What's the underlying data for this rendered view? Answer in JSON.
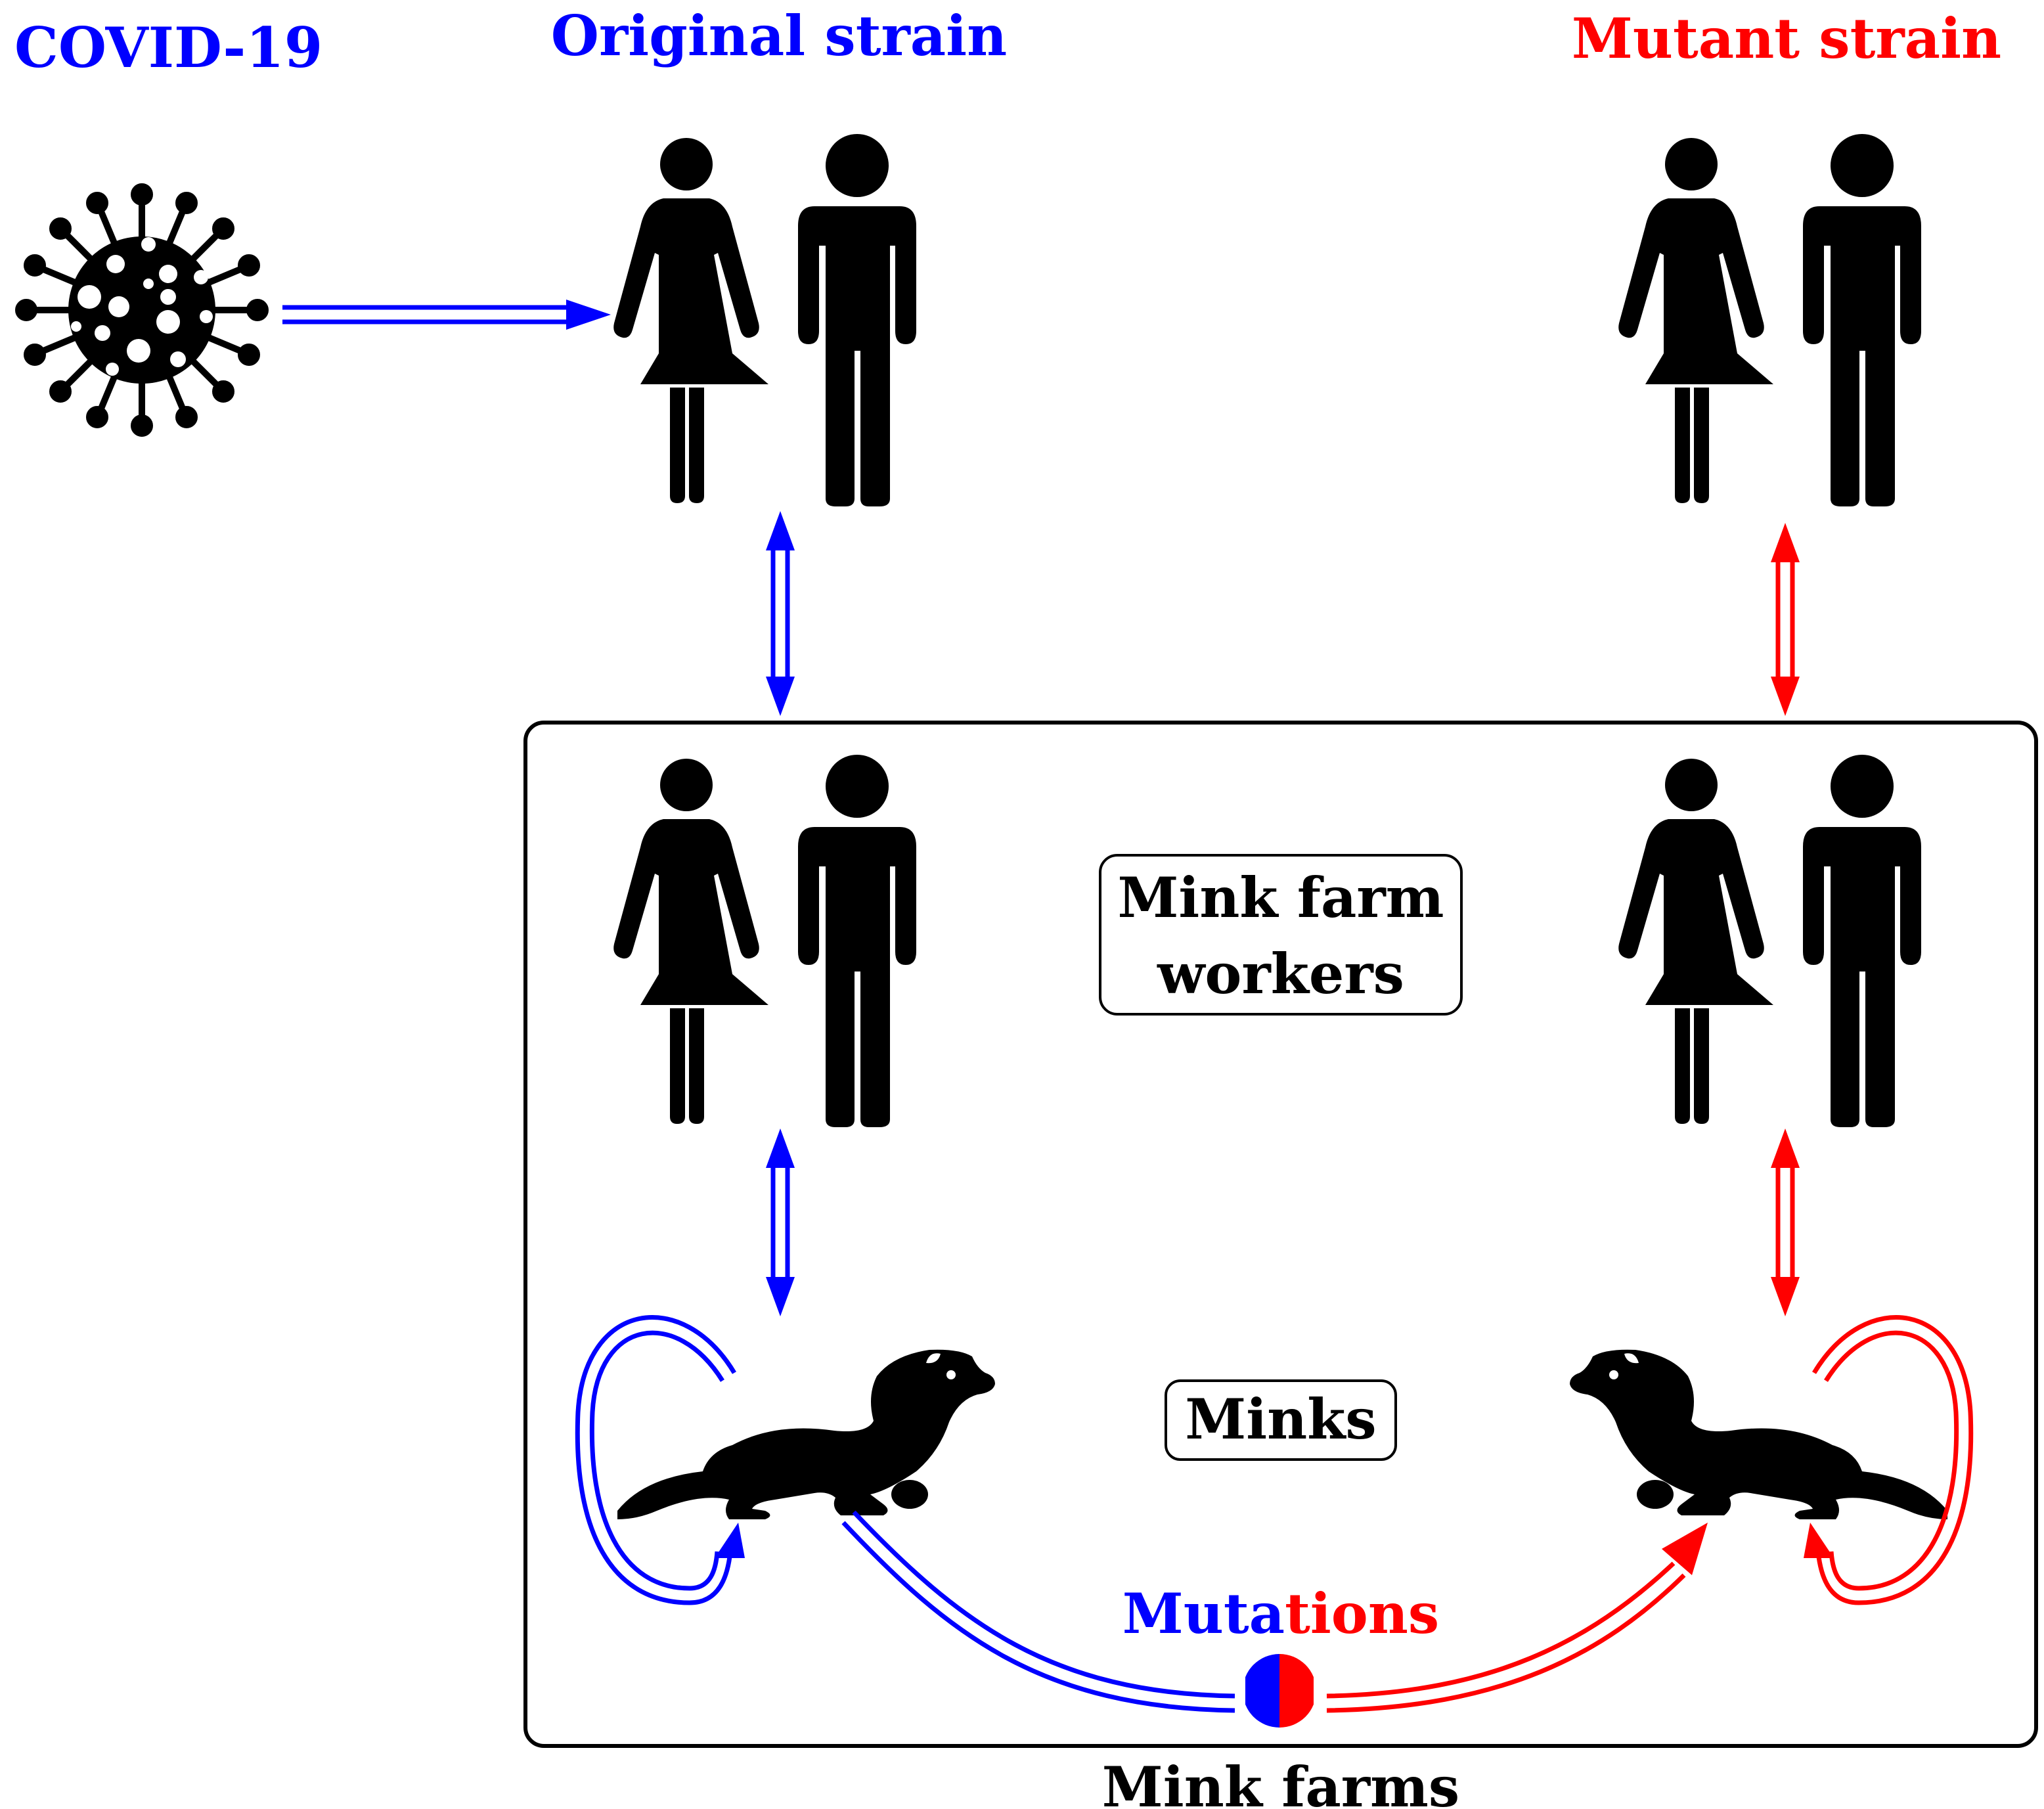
{
  "labels": {
    "covid": "COVID-19",
    "original_strain": "Original strain",
    "mutant_strain": "Mutant strain",
    "workers_line1": "Mink farm",
    "workers_line2": "workers",
    "minks": "Minks",
    "mutations_part1": "Muta",
    "mutations_part2": "tions",
    "mink_farms": "Mink farms"
  },
  "icons": {
    "virus": "coronavirus-icon",
    "people": "woman-and-man-icon",
    "mink": "mink-icon",
    "mutation": "half-blue-half-red-circle-icon"
  },
  "colors": {
    "original": "#0000ff",
    "mutant": "#ff0000",
    "ink": "#000000",
    "background": "#ffffff"
  }
}
